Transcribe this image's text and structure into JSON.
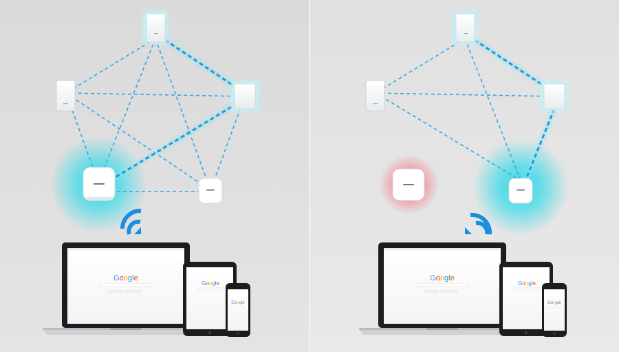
{
  "panels": [
    {
      "id": "left"
    },
    {
      "id": "right"
    }
  ],
  "search": {
    "logo_letters": [
      "G",
      "o",
      "o",
      "g",
      "l",
      "e"
    ],
    "logo_colors": [
      "#4285F4",
      "#EA4335",
      "#FBBC05",
      "#4285F4",
      "#34A853",
      "#EA4335"
    ]
  },
  "colors": {
    "link": "#2fa8e8",
    "glow_active": "#2fd6e6",
    "glow_failed": "#f0707a",
    "wifi": "#1a8fe0"
  }
}
